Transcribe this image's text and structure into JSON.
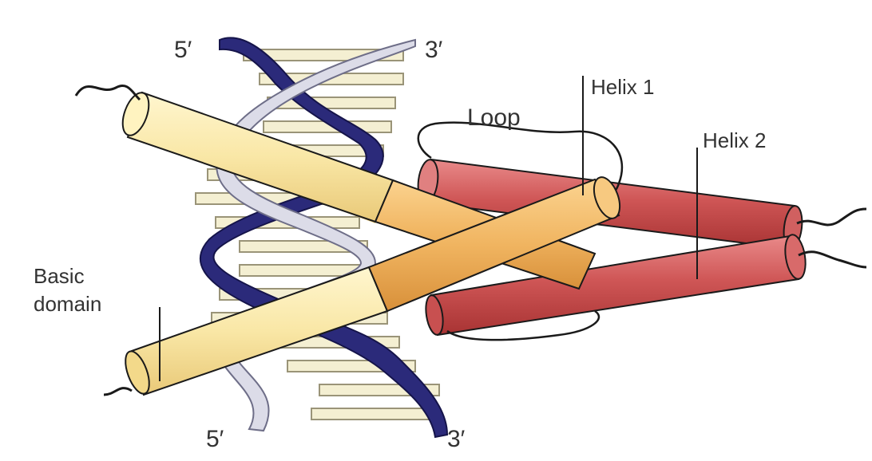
{
  "labels": {
    "dna_top_5prime": "5′",
    "dna_top_3prime": "3′",
    "dna_bottom_5prime": "5′",
    "dna_bottom_3prime": "3′",
    "loop": "Loop",
    "helix1": "Helix 1",
    "helix2": "Helix 2",
    "basic_domain_line1": "Basic",
    "basic_domain_line2": "domain"
  },
  "colors": {
    "dna_strand_dark": "#2b2a7a",
    "dna_strand_light": "#d9d9e6",
    "base_pairs": "#f4efd2",
    "basic_domain": "#f7e8a8",
    "helix_orange": "#f0b460",
    "helix_red": "#c84848",
    "outline": "#1a1a1a"
  }
}
